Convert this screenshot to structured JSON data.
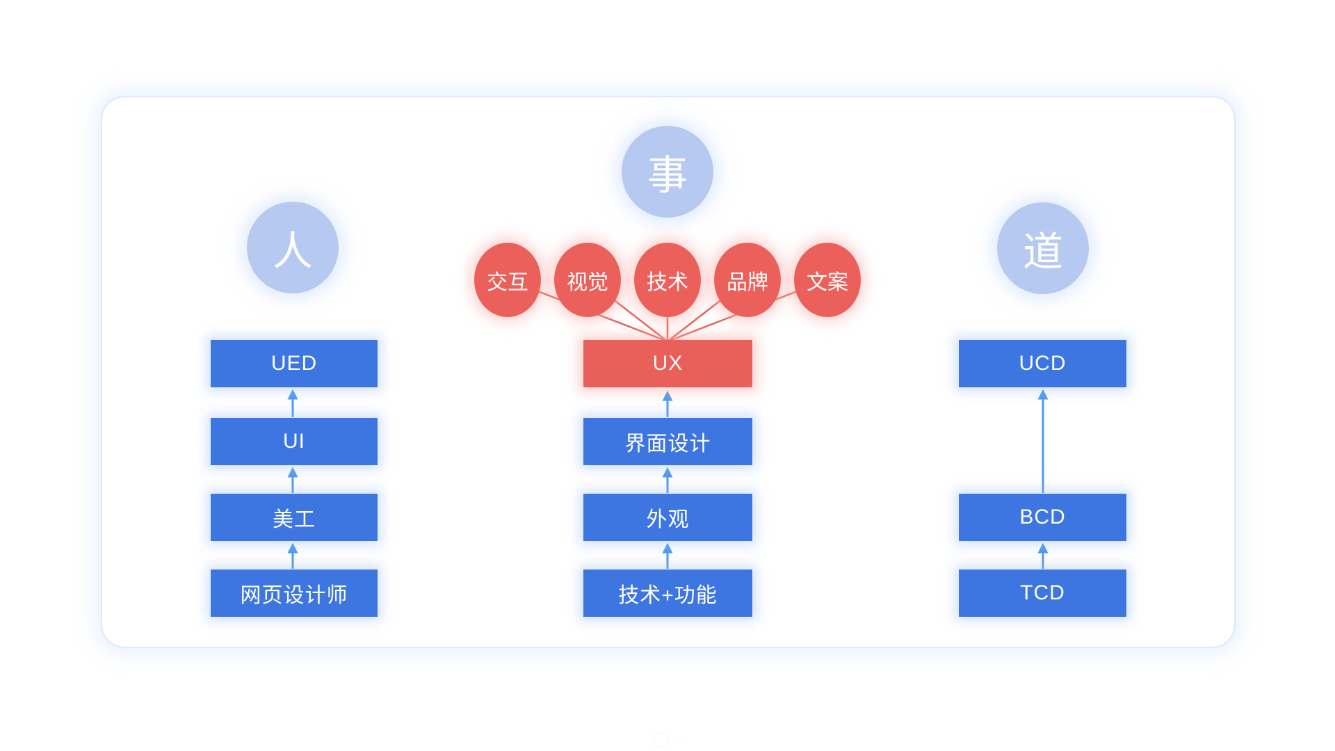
{
  "colors": {
    "box_blue": "#3d76e0",
    "accent_red": "#ec605c",
    "hub_red": "#e95f5a",
    "circle_light_blue": "#b6caf1",
    "arrow_blue": "#4e9aee",
    "card_border": "#dce9fc",
    "text_white": "#ffffff"
  },
  "circles": {
    "people": "人",
    "matter": "事",
    "way": "道"
  },
  "bubbles": [
    {
      "label": "交互"
    },
    {
      "label": "视觉"
    },
    {
      "label": "技术"
    },
    {
      "label": "品牌"
    },
    {
      "label": "文案"
    }
  ],
  "columns": {
    "left": {
      "boxes": [
        {
          "label": "UED"
        },
        {
          "label": "UI"
        },
        {
          "label": "美工"
        },
        {
          "label": "网页设计师"
        }
      ]
    },
    "middle": {
      "hub": {
        "label": "UX"
      },
      "boxes": [
        {
          "label": "界面设计"
        },
        {
          "label": "外观"
        },
        {
          "label": "技术+功能"
        }
      ]
    },
    "right": {
      "boxes": [
        {
          "label": "UCD"
        },
        {
          "label": "BCD"
        },
        {
          "label": "TCD"
        }
      ]
    }
  },
  "watermark": {
    "text": "cn"
  }
}
